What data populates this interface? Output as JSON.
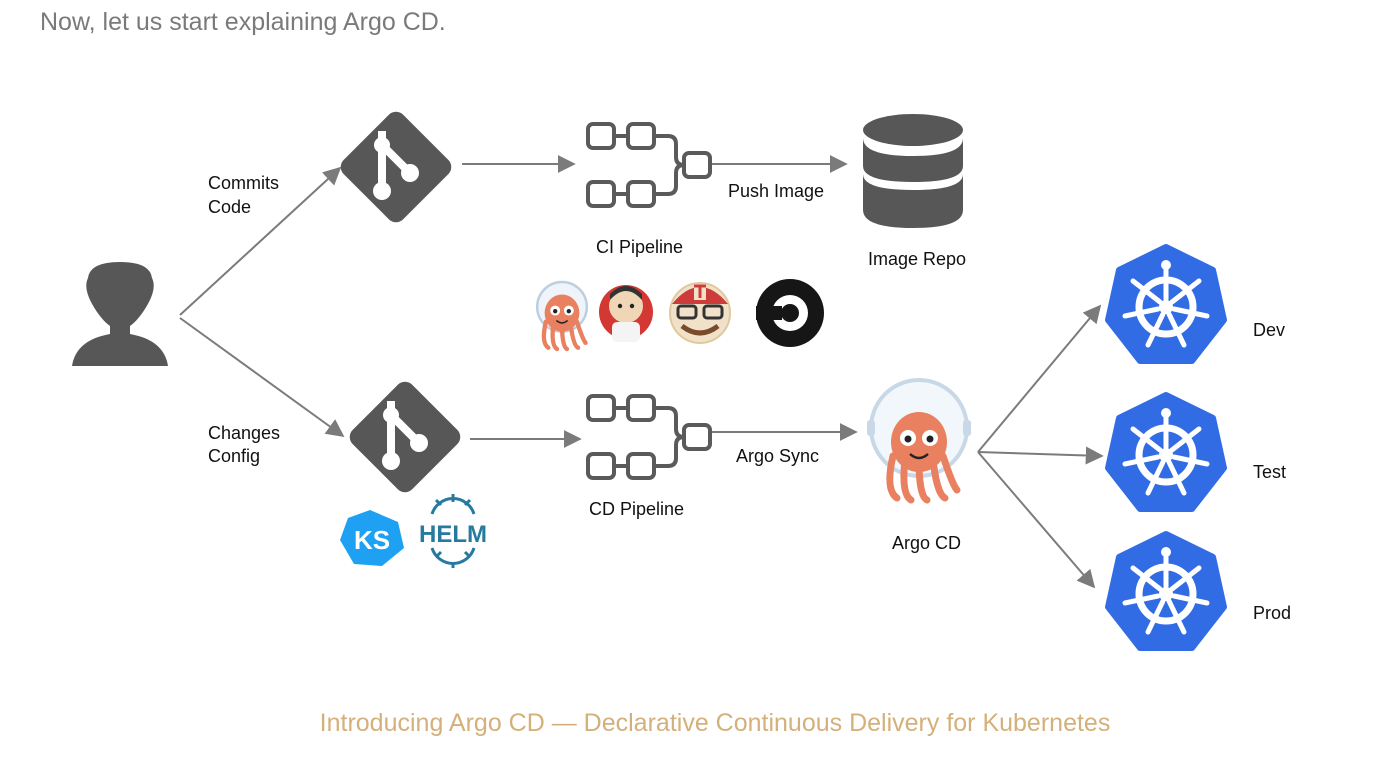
{
  "intro_text": "Now, let us start explaining Argo CD.",
  "caption": "Introducing Argo CD — Declarative Continuous Delivery for Kubernetes",
  "diagram": {
    "commits_code": [
      "Commits",
      "Code"
    ],
    "changes_config": [
      "Changes",
      "Config"
    ],
    "ci_pipeline": "CI Pipeline",
    "cd_pipeline": "CD Pipeline",
    "push_image": "Push Image",
    "argo_sync": "Argo Sync",
    "image_repo": "Image Repo",
    "argo_cd": "Argo CD",
    "environments": [
      "Dev",
      "Test",
      "Prod"
    ],
    "helm_logo_text": "HELM",
    "ks_logo_text": "KS"
  },
  "colors": {
    "icon_gray": "#575757",
    "kubernetes_blue": "#326ce5",
    "argo_orange": "#e9805f",
    "caption": "#d4b07a",
    "intro": "#7a7a7a",
    "helm_blue": "#277a9f",
    "ks_blue": "#1ea1f2"
  },
  "icons": [
    "user-icon",
    "git-icon",
    "pipeline-icon",
    "database-icon",
    "argo-icon",
    "jenkins-icon",
    "travis-icon",
    "circleci-icon",
    "kustomize-icon",
    "helm-icon",
    "kubernetes-icon"
  ]
}
